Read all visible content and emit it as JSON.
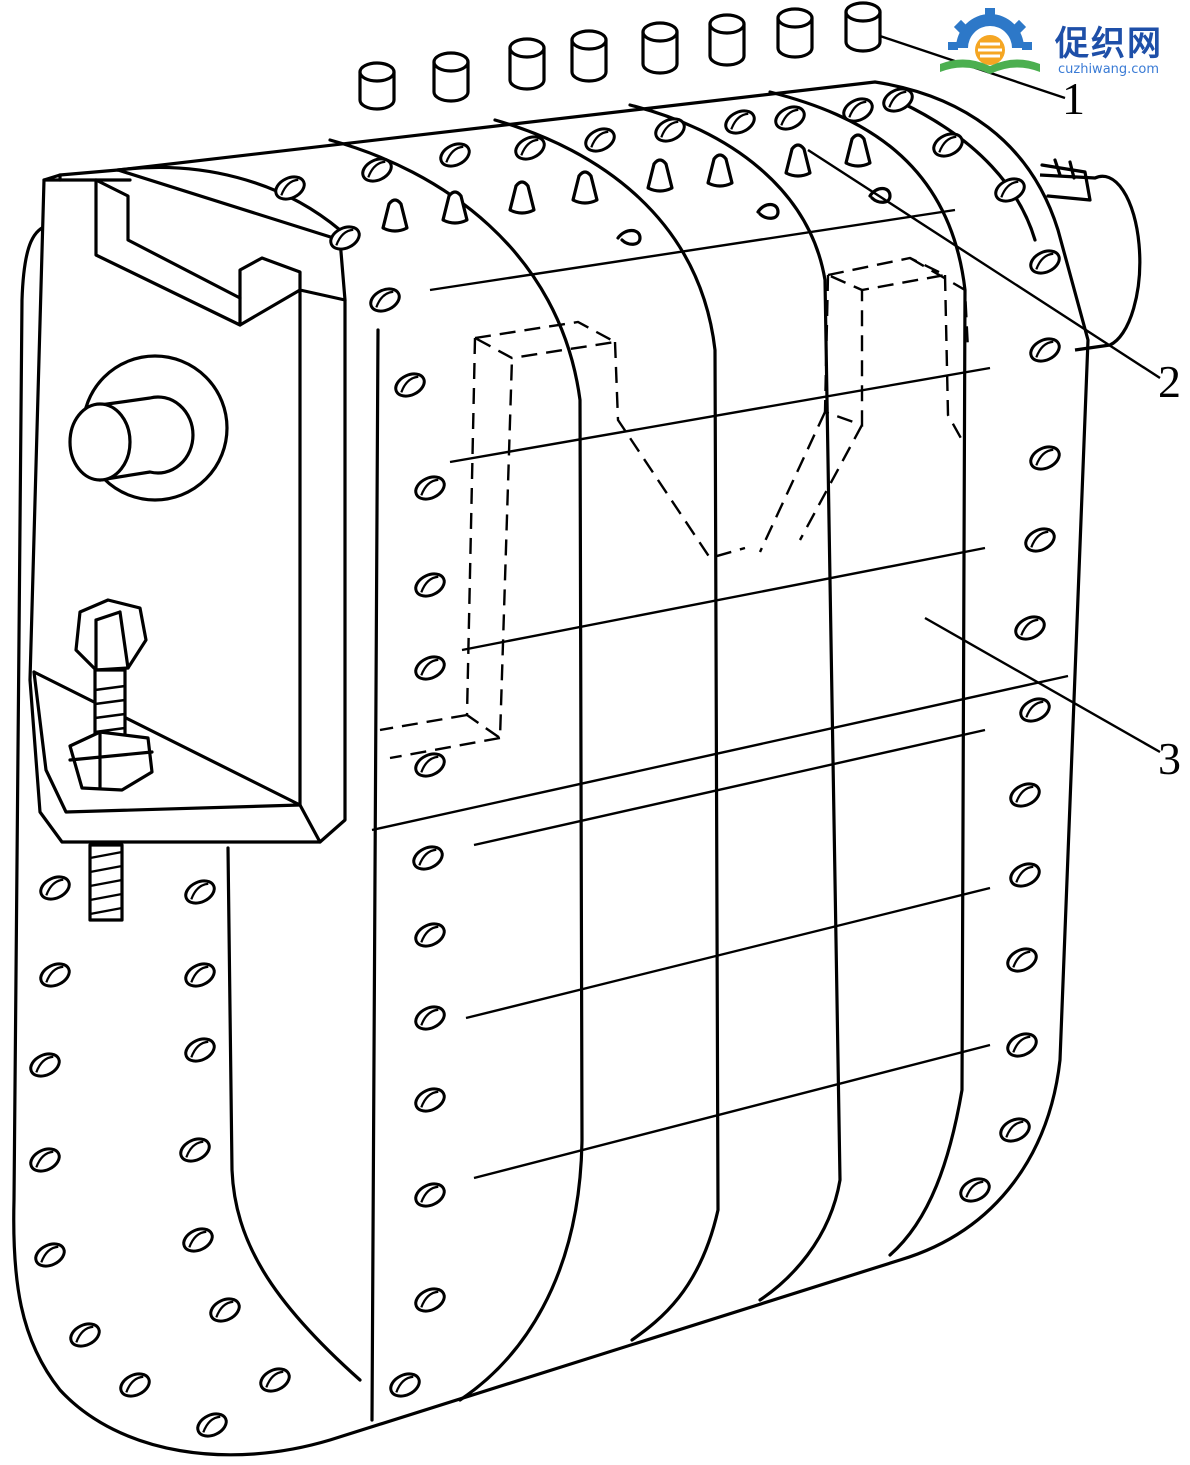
{
  "watermark": {
    "brand": "促织网",
    "url": "cuzhiwang.com",
    "logo_icon": "gear-book-icon",
    "colors": {
      "gear": "#2d78c8",
      "sun": "#f5a623",
      "book": "#4caf50",
      "text": "#1e4fa8"
    }
  },
  "callouts": [
    {
      "label": "1"
    },
    {
      "label": "2"
    },
    {
      "label": "3"
    }
  ]
}
